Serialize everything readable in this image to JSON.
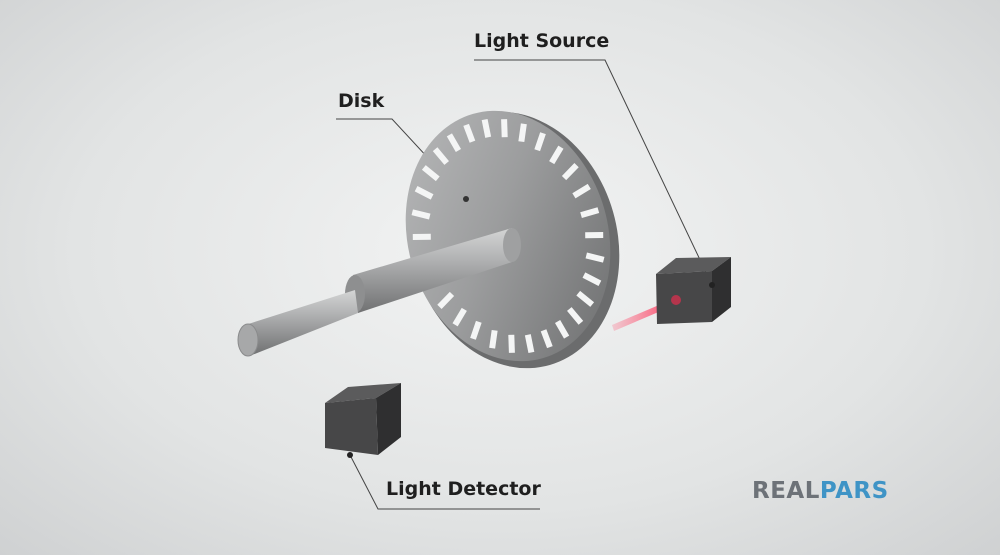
{
  "labels": {
    "light_source": "Light Source",
    "disk": "Disk",
    "light_detector": "Light Detector"
  },
  "logo": {
    "part1": "REAL",
    "part2": "PARS"
  },
  "colors": {
    "background": "#e8eaea",
    "beam": "#ff3b5c",
    "cube": "#4a4a4a",
    "logo_gray": "#6d7278",
    "logo_blue": "#3f94c6"
  }
}
